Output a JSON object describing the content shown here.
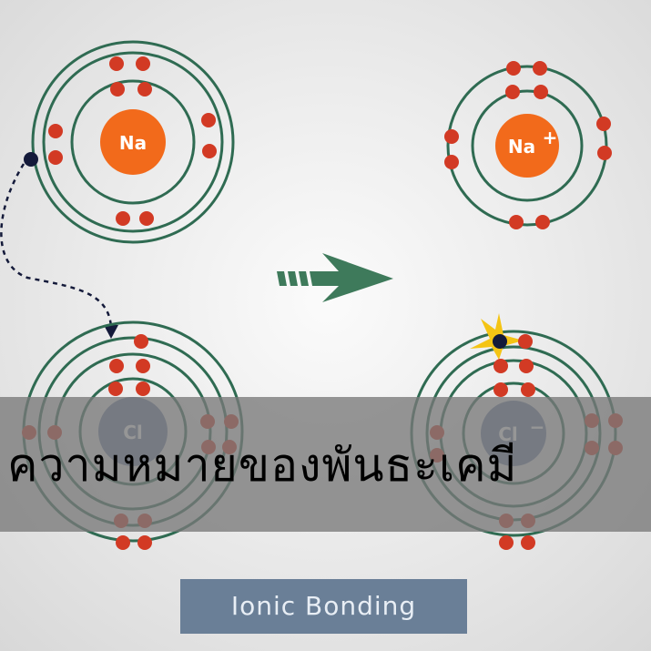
{
  "overlay": {
    "title": "ความหมายของพันธะเคมี"
  },
  "caption": {
    "text": "Ionic Bonding"
  },
  "atoms": {
    "sodium": {
      "symbol": "Na"
    },
    "sodium_ion": {
      "symbol": "Na",
      "charge": "+"
    },
    "chlorine": {
      "symbol": "Cl"
    },
    "chloride_ion": {
      "symbol": "Cl",
      "charge": "−"
    }
  },
  "colors": {
    "shell": "#2f6b52",
    "electron": "#d23a24",
    "transfer_electron": "#141a3a",
    "sodium_nucleus": "#f26a1b",
    "chlorine_nucleus": "#6d7fa3",
    "arrow": "#3e7a5b",
    "spark": "#f4c414",
    "caption_bg": "#6a7f97"
  }
}
